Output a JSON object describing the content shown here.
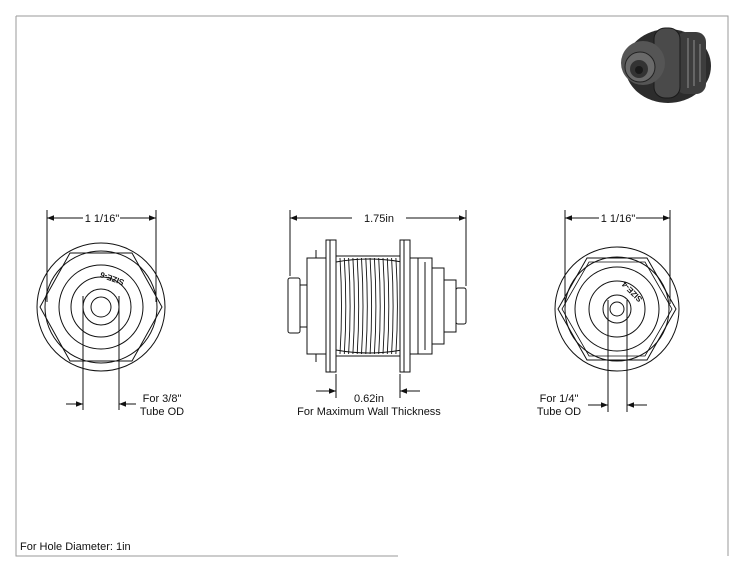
{
  "footnote": "For Hole Diameter: 1in",
  "left_view": {
    "width_dim": "1 1/16\"",
    "stamp": "SIZE-6",
    "tube_line1": "For 3/8\"",
    "tube_line2": "Tube OD"
  },
  "side_view": {
    "length_dim": "1.75in",
    "wall_dim": "0.62in",
    "wall_note": "For Maximum Wall Thickness"
  },
  "right_view": {
    "width_dim": "1 1/16\"",
    "stamp": "SIZE-4",
    "tube_line1": "For 1/4\"",
    "tube_line2": "Tube OD"
  },
  "thumbnail": {
    "icon": "bulkhead-fitting-3d-icon"
  },
  "colors": {
    "line": "#111111",
    "border": "#9a9a9a",
    "shaded": "#3a3a3a"
  }
}
